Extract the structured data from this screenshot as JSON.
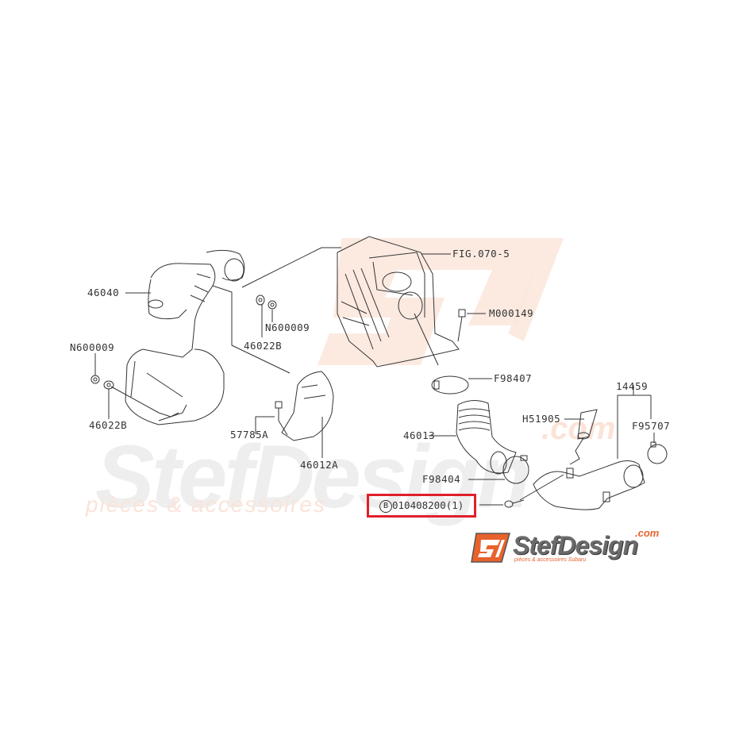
{
  "watermark": {
    "brand": "StefDesign",
    "domain_suffix": ".com",
    "tagline": "pièces & accessoires"
  },
  "parts": [
    {
      "id": "46040",
      "label": "46040"
    },
    {
      "id": "N600009-a",
      "label": "N600009"
    },
    {
      "id": "46022B-a",
      "label": "46022B"
    },
    {
      "id": "N600009-b",
      "label": "N600009"
    },
    {
      "id": "46022B-b",
      "label": "46022B"
    },
    {
      "id": "57785A",
      "label": "57785A"
    },
    {
      "id": "46012A",
      "label": "46012A"
    },
    {
      "id": "FIG070-5",
      "label": "FIG.070-5"
    },
    {
      "id": "M000149",
      "label": "M000149"
    },
    {
      "id": "F98407",
      "label": "F98407"
    },
    {
      "id": "14459",
      "label": "14459"
    },
    {
      "id": "H51905",
      "label": "H51905"
    },
    {
      "id": "F95707",
      "label": "F95707"
    },
    {
      "id": "46013",
      "label": "46013"
    },
    {
      "id": "F98404",
      "label": "F98404"
    }
  ],
  "highlighted_part": {
    "marker": "B",
    "label": "010408200(1)"
  },
  "logo": {
    "brand": "StefDesign",
    "suffix": ".com",
    "tagline": "pièces & accessoires Subaru",
    "accent_color": "#e8622c"
  }
}
